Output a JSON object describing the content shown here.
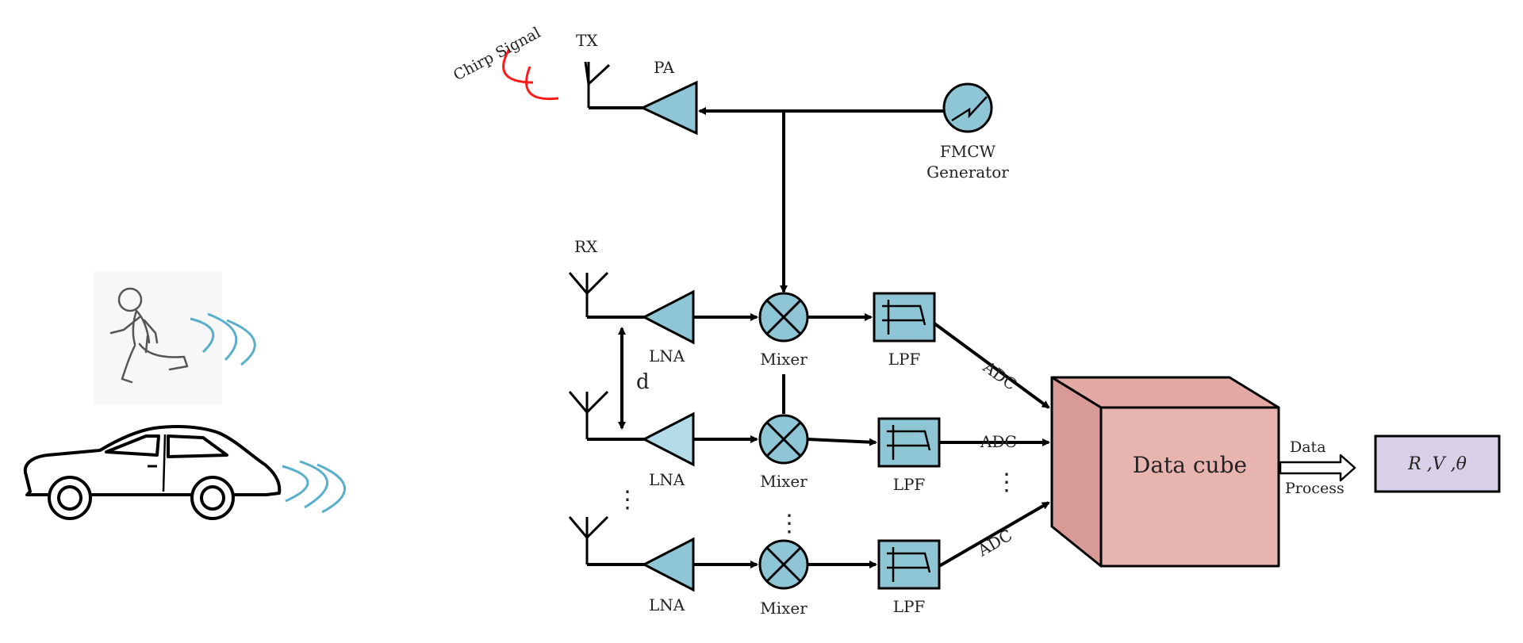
{
  "labels": {
    "chirp_signal": "Chirp Signal",
    "tx": "TX",
    "pa": "PA",
    "fmcw_line1": "FMCW",
    "fmcw_line2": "Generator",
    "rx": "RX",
    "lna": "LNA",
    "mixer": "Mixer",
    "lpf": "LPF",
    "adc": "ADC",
    "antenna_spacing": "d",
    "data_cube": "Data cube",
    "data_line1": "Data",
    "data_line2": "Process",
    "output": "R ,V ,θ",
    "vertical_dots": "⋮"
  },
  "colors": {
    "component_fill": "#8fc6d6",
    "lna2_fill": "#b3dbe8",
    "chirp_wave": "#ff1a1a",
    "reflection_wave": "#58aecb",
    "data_cube_front": "#e8b4b0",
    "data_cube_side": "#d89a96",
    "output_box": "#d8d0e8"
  },
  "icons": {
    "pedestrian": "running-person-icon",
    "car": "car-icon",
    "tx_antenna": "antenna-icon",
    "rx_antenna": "antenna-icon",
    "generator": "sawtooth-wave-icon",
    "mixer": "multiplier-icon",
    "filter": "lowpass-filter-icon"
  }
}
